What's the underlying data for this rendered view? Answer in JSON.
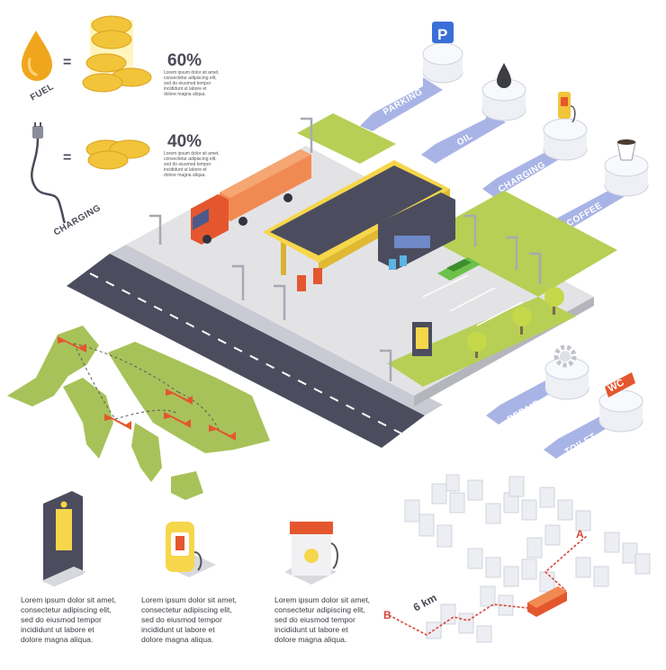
{
  "legend": {
    "fuel": {
      "label": "FUEL",
      "equals": "=",
      "percent": "60%"
    },
    "charging": {
      "label": "CHARGING",
      "equals": "=",
      "percent": "40%"
    },
    "lorem_small": [
      "Lorem ipsum dolor sit amet,",
      "consectetur adipiscing elit,",
      "sed do eiusmod tempor",
      "incididunt ut labore et",
      "dolore magna aliqua."
    ]
  },
  "services": [
    {
      "label": "PARKING",
      "icon": "parking-sign-icon",
      "sign": "P"
    },
    {
      "label": "OIL",
      "icon": "oil-drop-icon"
    },
    {
      "label": "CHARGING",
      "icon": "charging-station-icon"
    },
    {
      "label": "COFFEE",
      "icon": "coffee-cup-icon"
    },
    {
      "label": "REPAIR",
      "icon": "gear-icon"
    },
    {
      "label": "TOILET",
      "icon": "toilet-sign-icon",
      "sign": "WC"
    }
  ],
  "route": {
    "start": "B",
    "end": "A",
    "distance": "6 km"
  },
  "captions": [
    [
      "Lorem ipsum dolor sit amet,",
      "consectetur adipiscing elit,",
      "sed do eiusmod tempor",
      "incididunt ut labore et",
      "dolore magna aliqua."
    ],
    [
      "Lorem ipsum dolor sit amet,",
      "consectetur adipiscing elit,",
      "sed do eiusmod tempor",
      "incididunt ut labore et",
      "dolore magna aliqua."
    ],
    [
      "Lorem ipsum dolor sit amet,",
      "consectetur adipiscing elit,",
      "sed do eiusmod tempor",
      "incididunt ut labore et",
      "dolore magna aliqua."
    ]
  ],
  "colors": {
    "arrow": "#a9b4e6",
    "grass": "#b7cf55",
    "road": "#4b4d5e",
    "canopy": "#f6d64a",
    "coin": "#f2c43a",
    "fuel": "#f0a61c",
    "truck_cab": "#e4572e",
    "map": "#a8c25a",
    "route": "#d8463a"
  }
}
